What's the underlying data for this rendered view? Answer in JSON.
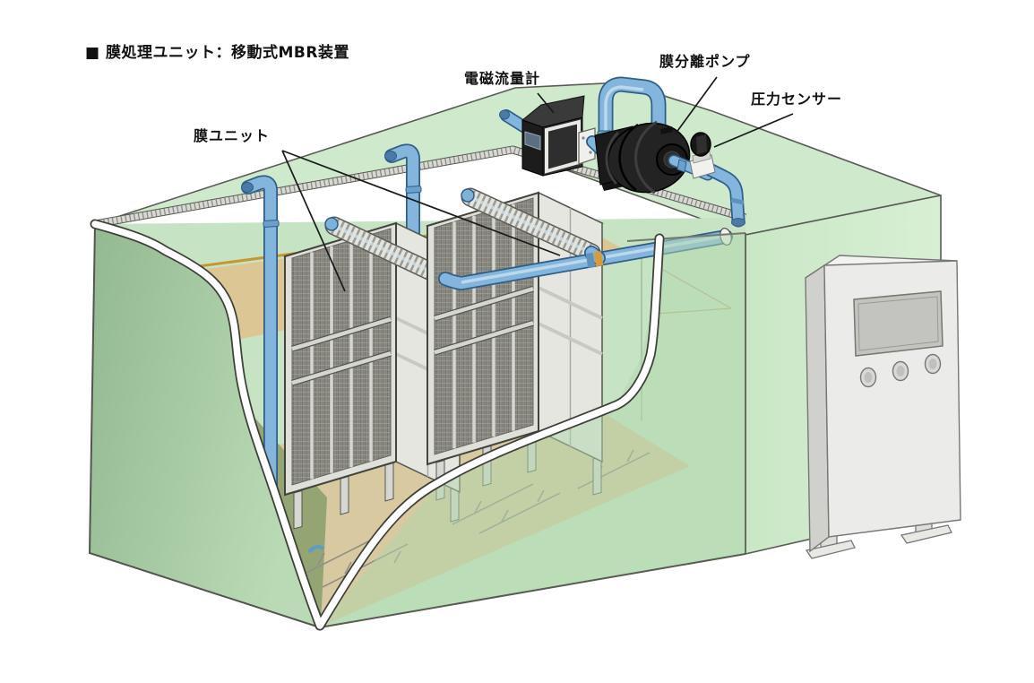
{
  "title": "■ 膜処理ユニット：移動式MBR装置",
  "diagram": {
    "type": "isometric-cutaway-illustration",
    "labels": [
      {
        "id": "membrane-unit",
        "text": "膜ユニット"
      },
      {
        "id": "electromagnetic-flowmeter",
        "text": "電磁流量計"
      },
      {
        "id": "membrane-separation-pump",
        "text": "膜分離ポンプ"
      },
      {
        "id": "pressure-sensor",
        "text": "圧力センサー"
      }
    ],
    "components": [
      "tank",
      "membrane-unit-left",
      "membrane-unit-right",
      "corrugated-hoses",
      "aeration-pipes",
      "permeate-manifold",
      "electromagnetic-flowmeter",
      "bridge-pipe",
      "membrane-separation-pump",
      "pressure-sensor",
      "discharge-pipe",
      "diffusers",
      "control-panel"
    ],
    "colors": {
      "tank_green_light": "#cfe9cc",
      "tank_green_mid": "#b7d9b3",
      "tank_green_dark": "#9cc29a",
      "pipe_blue": "#84b5dc",
      "pipe_blue_dark": "#2f5f88",
      "water_line_tan": "#c9952f",
      "water_surface_tan": "#dcc794",
      "floor_tan": "#d8c9a0",
      "equipment_black": "#1e1e1e",
      "panel_gray": "#ebebe9",
      "label_text": "#111111"
    }
  }
}
